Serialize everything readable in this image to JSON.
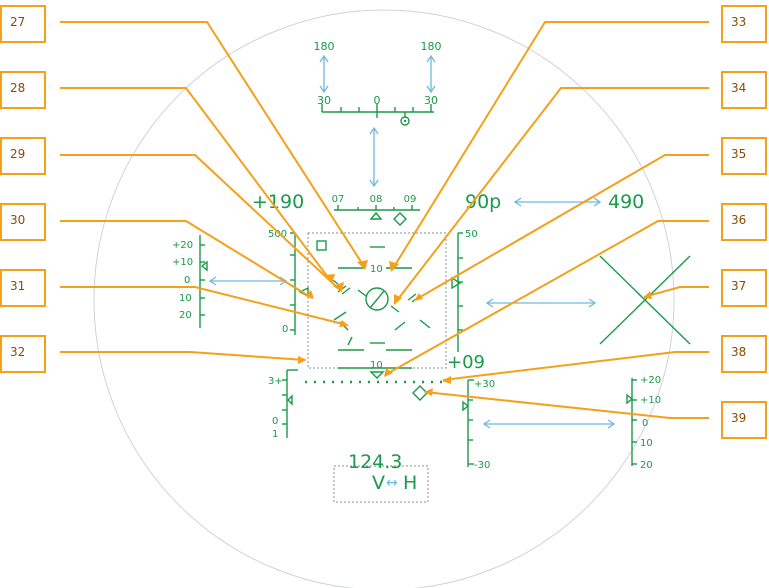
{
  "callouts": {
    "left": [
      "27",
      "28",
      "29",
      "30",
      "31",
      "32"
    ],
    "right": [
      "33",
      "34",
      "35",
      "36",
      "37",
      "38",
      "39"
    ]
  },
  "hud": {
    "roll_scale": {
      "top_left": "180",
      "top_right": "180",
      "left": "30",
      "center": "0",
      "right": "30"
    },
    "heading_scale": [
      "07",
      "08",
      "09"
    ],
    "airspeed": "+190",
    "airspeed_tape": [
      "500",
      "0"
    ],
    "altitude": "90p",
    "altitude_right": "490",
    "altitude_tape": [
      "50"
    ],
    "vertical_speed": "+09",
    "pitch_labels": [
      "10",
      "10"
    ],
    "left_aoa_scale": [
      "+20",
      "+10",
      "0",
      "10",
      "20"
    ],
    "left_g_scale": [
      "3+",
      "0",
      "1"
    ],
    "right_small_scale": [
      "+30",
      "-30"
    ],
    "right_aoa_scale": [
      "+20",
      "+10",
      "0",
      "10",
      "20"
    ],
    "bottom_readout": "124.3",
    "mode_left": "V",
    "mode_arrow": "↔",
    "mode_right": "H"
  }
}
